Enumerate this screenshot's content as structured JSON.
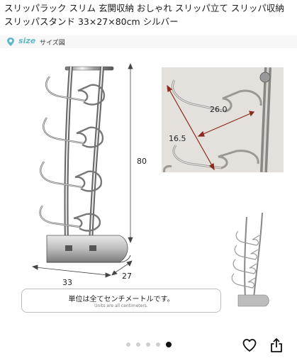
{
  "product": {
    "title": "スリッパラック スリム 玄関収納 おしゃれ スリッパ立て スリッパ収納 スリッパスタンド 33×27×80cm シルバー"
  },
  "size_section": {
    "label": "size",
    "label_jp": "サイズ図"
  },
  "dimensions": {
    "height": "80",
    "width": "33",
    "depth": "27",
    "detail_a": "26.0",
    "detail_b": "16.5"
  },
  "note": {
    "jp": "単位は全てセンチメートルです。",
    "en": "Units are all centimeters."
  },
  "carousel": {
    "count": 5,
    "active_index": 4
  },
  "colors": {
    "accent": "#62b7c6",
    "dimension_line": "#8b2a1e"
  },
  "icons": [
    "pin-icon",
    "heart-icon",
    "share-icon"
  ]
}
